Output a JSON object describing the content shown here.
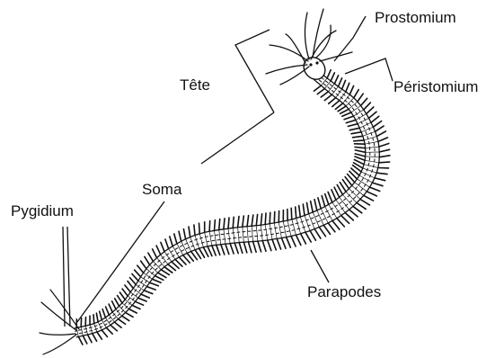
{
  "diagram": {
    "labels": {
      "prostomium": "Prostomium",
      "peristomium": "Péristomium",
      "tete": "Tête",
      "soma": "Soma",
      "pygidium": "Pygidium",
      "parapodes": "Parapodes"
    }
  }
}
